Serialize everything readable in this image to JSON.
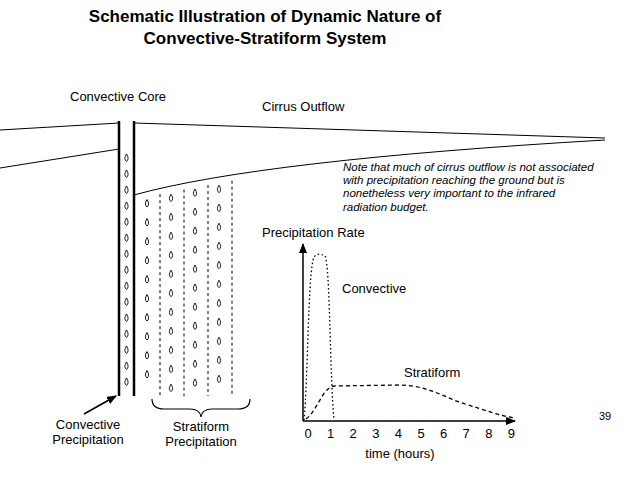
{
  "diagram": {
    "title": "Schematic Illustration of Dynamic Nature of Convective-Stratiform System",
    "labels": [
      "Convective Core",
      "Cirrus Outflow",
      "Note that much of cirrus outflow is not associated with precipitation reaching the ground but is nonetheless very important to the infrared radiation budget.",
      "Precipitation Rate",
      "Convective",
      "Stratiform",
      "Convective Precipitation",
      "Stratiform Precipitation",
      "0",
      "1",
      "2",
      "3",
      "4",
      "5",
      "6",
      "7",
      "8",
      "9",
      "time (hours)",
      "39"
    ]
  }
}
